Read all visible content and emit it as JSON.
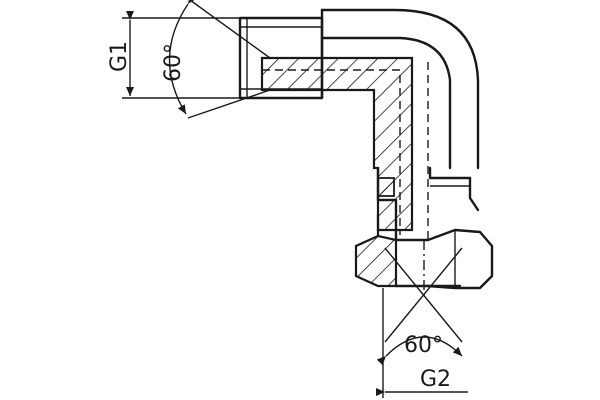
{
  "drawing": {
    "subject": "elbow-fitting",
    "labels": {
      "g1": "G1",
      "g2": "G2",
      "angle_top": "60°",
      "angle_bottom": "60°"
    },
    "colors": {
      "line": "#1a1a1a",
      "background": "#ffffff"
    }
  }
}
